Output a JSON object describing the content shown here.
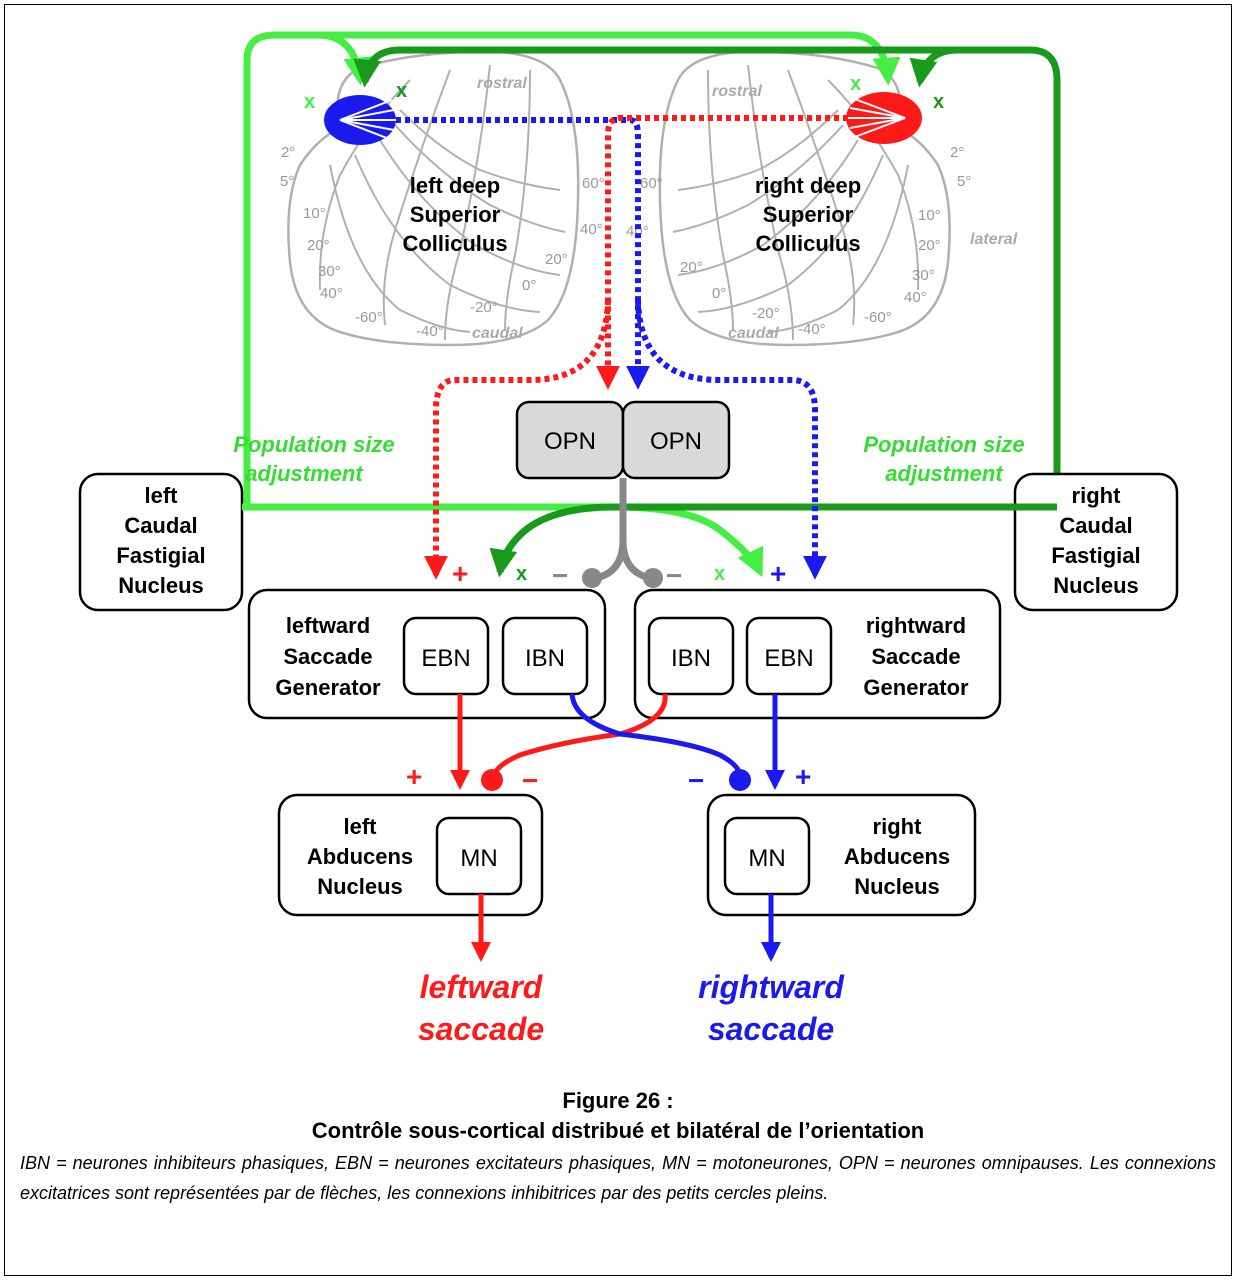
{
  "colors": {
    "red": "#ff1a1a",
    "blue": "#1a1aee",
    "light_green": "#44ee44",
    "dark_green": "#1a9a1a",
    "gray": "#888888",
    "opn_fill": "#d9d9d9",
    "grid": "#b0b0b0"
  },
  "colliculus": {
    "left": {
      "line1": "left deep",
      "line2": "Superior",
      "line3": "Colliculus"
    },
    "right": {
      "line1": "right deep",
      "line2": "Superior",
      "line3": "Colliculus"
    },
    "rostral": "rostral",
    "caudal": "caudal",
    "lateral": "lateral",
    "left_angles": {
      "a2": "2°",
      "a5": "5°",
      "a10": "10°",
      "a20": "20°",
      "a30": "30°",
      "a40": "40°",
      "m60": "-60°",
      "m40": "-40°",
      "m20": "-20°",
      "z": "0°",
      "p20": "20°",
      "p40": "40°",
      "p60": "60°"
    },
    "right_angles": {
      "a2": "2°",
      "a5": "5°",
      "a10": "10°",
      "a20": "20°",
      "a30": "30°",
      "a40": "40°",
      "m60": "-60°",
      "m40": "-40°",
      "m20": "-20°",
      "z": "0°",
      "p20": "20°",
      "p40": "40°",
      "p60": "60°"
    }
  },
  "opn": {
    "left": "OPN",
    "right": "OPN"
  },
  "population": {
    "left_l1": "Population size",
    "left_l2": "adjustment",
    "right_l1": "Population size",
    "right_l2": "adjustment"
  },
  "fastigial": {
    "left": {
      "l1": "left",
      "l2": "Caudal",
      "l3": "Fastigial",
      "l4": "Nucleus"
    },
    "right": {
      "l1": "right",
      "l2": "Caudal",
      "l3": "Fastigial",
      "l4": "Nucleus"
    }
  },
  "saccade_generator": {
    "left": {
      "l1": "leftward",
      "l2": "Saccade",
      "l3": "Generator",
      "ebn": "EBN",
      "ibn": "IBN"
    },
    "right": {
      "l1": "rightward",
      "l2": "Saccade",
      "l3": "Generator",
      "ebn": "EBN",
      "ibn": "IBN"
    }
  },
  "abducens": {
    "left": {
      "l1": "left",
      "l2": "Abducens",
      "l3": "Nucleus",
      "mn": "MN"
    },
    "right": {
      "l1": "right",
      "l2": "Abducens",
      "l3": "Nucleus",
      "mn": "MN"
    }
  },
  "signs": {
    "plus": "+",
    "minus": "−",
    "x": "x"
  },
  "outputs": {
    "left_l1": "leftward",
    "left_l2": "saccade",
    "right_l1": "rightward",
    "right_l2": "saccade"
  },
  "caption": {
    "title": "Figure 26 :",
    "subtitle": "Contrôle sous-cortical distribué et bilatéral de l’orientation",
    "legend": "IBN = neurones inhibiteurs phasiques, EBN = neurones excitateurs phasiques, MN = motoneurones, OPN = neurones omnipauses. Les connexions excitatrices sont représentées par de flèches, les connexions inhibitrices par des petits cercles pleins."
  }
}
